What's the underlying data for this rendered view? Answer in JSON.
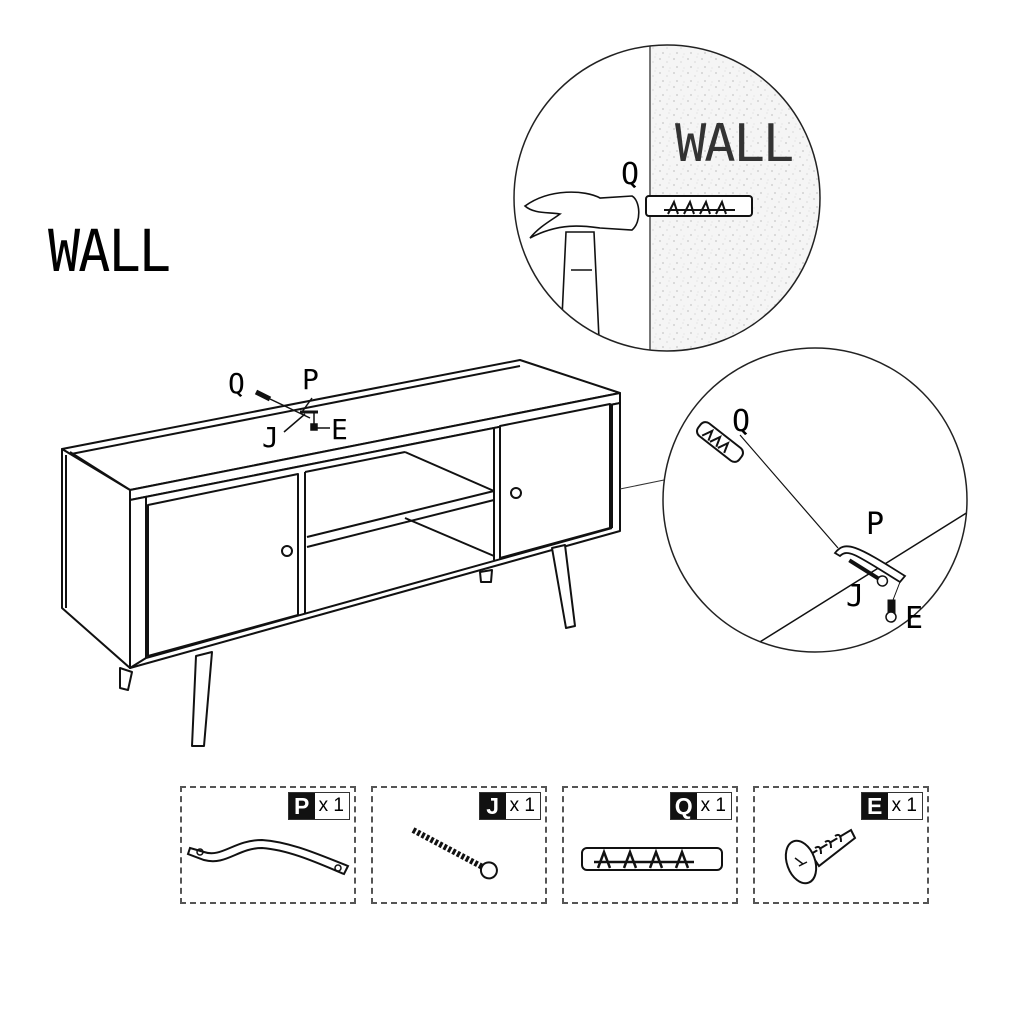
{
  "diagram": {
    "title": "WALL",
    "colors": {
      "line": "#000000",
      "wall_texture": "#f4f4f4",
      "badge_bg": "#111111"
    },
    "main_illustration": {
      "subject": "tv-stand-cabinet",
      "callout_labels": {
        "q": "Q",
        "p": "P",
        "j": "J",
        "e": "E"
      }
    },
    "detail_top": {
      "wall_label": "WALL",
      "anchor_label": "Q",
      "tool": "hammer-icon"
    },
    "detail_bottom": {
      "labels": {
        "q": "Q",
        "p": "P",
        "j": "J",
        "e": "E"
      }
    },
    "parts": [
      {
        "letter": "P",
        "qty": "x 1",
        "icon": "anti-tip-strap-icon"
      },
      {
        "letter": "J",
        "qty": "x 1",
        "icon": "wood-screw-icon"
      },
      {
        "letter": "Q",
        "qty": "x 1",
        "icon": "wall-anchor-icon"
      },
      {
        "letter": "E",
        "qty": "x 1",
        "icon": "short-screw-icon"
      }
    ]
  }
}
